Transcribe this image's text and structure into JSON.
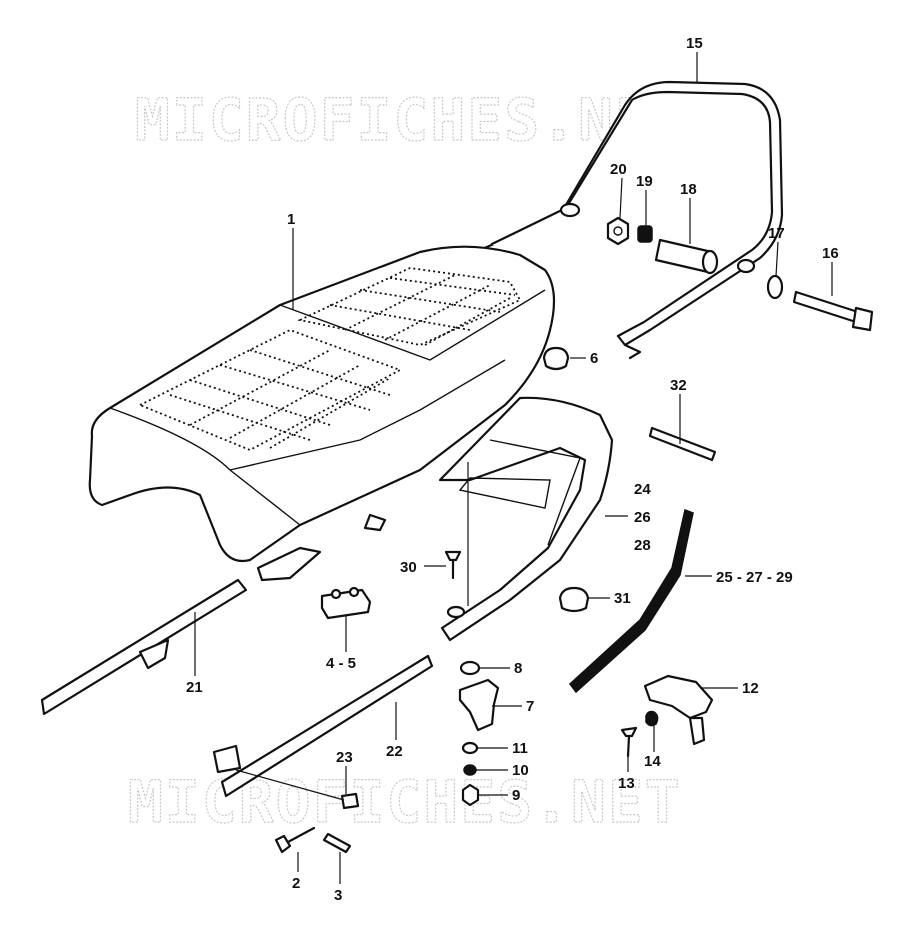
{
  "watermark": {
    "top_text": "MICROFICHES.NET",
    "bottom_text": "MICROFICHES.NET"
  },
  "callouts": {
    "p1": "1",
    "p2": "2",
    "p3": "3",
    "p4_5": "4 - 5",
    "p6": "6",
    "p7": "7",
    "p8": "8",
    "p9": "9",
    "p10": "10",
    "p11": "11",
    "p12": "12",
    "p13": "13",
    "p14": "14",
    "p15": "15",
    "p16": "16",
    "p17": "17",
    "p18": "18",
    "p19": "19",
    "p20": "20",
    "p21": "21",
    "p22": "22",
    "p23": "23",
    "p24": "24",
    "p26": "26",
    "p28": "28",
    "p25_27_29": "25 - 27 - 29",
    "p30": "30",
    "p31": "31",
    "p32": "32"
  }
}
